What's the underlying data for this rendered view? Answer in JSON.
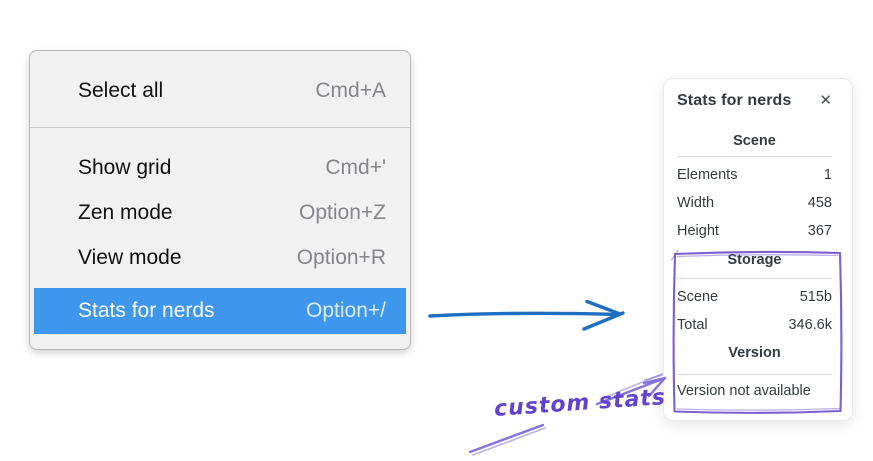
{
  "colors": {
    "highlight_blue": "#3e97ec",
    "menu_bg": "#f1f1f2",
    "menu_border": "#b9b9be",
    "menu_divider": "#c9c9cc",
    "shortcut_gray": "#85858a",
    "panel_border": "#ebebee",
    "panel_divider": "#d6dade",
    "panel_text": "#343a40",
    "arrow_blue": "#1d6fbf",
    "annotation_stroke": "#8373dc",
    "annotation_rect": "#7a5fd0",
    "annotation_purple": "#6442d1"
  },
  "menu": {
    "items": [
      {
        "label": "Select all",
        "shortcut": "Cmd+A"
      },
      {
        "label": "Show grid",
        "shortcut": "Cmd+'"
      },
      {
        "label": "Zen mode",
        "shortcut": "Option+Z"
      },
      {
        "label": "View mode",
        "shortcut": "Option+R"
      },
      {
        "label": "Stats for nerds",
        "shortcut": "Option+/"
      }
    ]
  },
  "stats_panel": {
    "title": "Stats for nerds",
    "close_label": "✕",
    "sections": {
      "scene": {
        "title": "Scene",
        "rows": [
          {
            "label": "Elements",
            "value": "1"
          },
          {
            "label": "Width",
            "value": "458"
          },
          {
            "label": "Height",
            "value": "367"
          }
        ]
      },
      "storage": {
        "title": "Storage",
        "rows": [
          {
            "label": "Scene",
            "value": "515b"
          },
          {
            "label": "Total",
            "value": "346.6k"
          }
        ]
      },
      "version": {
        "title": "Version",
        "note": "Version not available"
      }
    }
  },
  "annotation": {
    "text": "custom stats"
  }
}
